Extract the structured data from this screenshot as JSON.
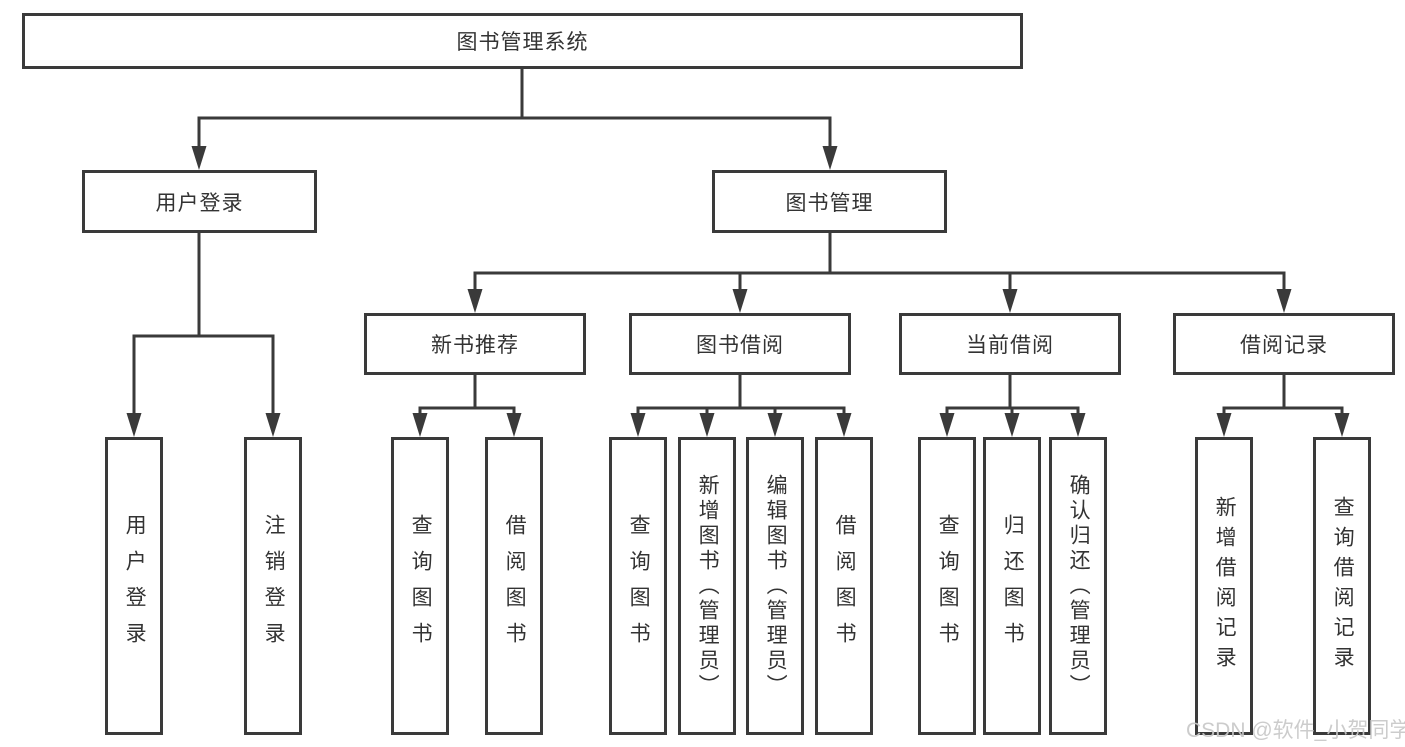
{
  "diagram": {
    "root": {
      "label": "图书管理系统"
    },
    "level2": [
      {
        "id": "user-login",
        "label": "用户登录",
        "parent": "图书管理系统"
      },
      {
        "id": "book-management",
        "label": "图书管理",
        "parent": "图书管理系统"
      }
    ],
    "level3": [
      {
        "id": "new-book-recommend",
        "label": "新书推荐",
        "parent": "图书管理"
      },
      {
        "id": "book-borrowing",
        "label": "图书借阅",
        "parent": "图书管理"
      },
      {
        "id": "current-borrowing",
        "label": "当前借阅",
        "parent": "图书管理"
      },
      {
        "id": "borrowing-records",
        "label": "借阅记录",
        "parent": "图书管理"
      }
    ],
    "leaves": [
      {
        "label": "用户登录",
        "parent": "用户登录"
      },
      {
        "label": "注销登录",
        "parent": "用户登录"
      },
      {
        "label": "查询图书",
        "parent": "新书推荐"
      },
      {
        "label": "借阅图书",
        "parent": "新书推荐"
      },
      {
        "label": "查询图书",
        "parent": "图书借阅"
      },
      {
        "label": "新增图书（管理员）",
        "parent": "图书借阅"
      },
      {
        "label": "编辑图书（管理员）",
        "parent": "图书借阅"
      },
      {
        "label": "借阅图书",
        "parent": "图书借阅"
      },
      {
        "label": "查询图书",
        "parent": "当前借阅"
      },
      {
        "label": "归还图书",
        "parent": "当前借阅"
      },
      {
        "label": "确认归还（管理员）",
        "parent": "当前借阅"
      },
      {
        "label": "新增借阅记录",
        "parent": "借阅记录"
      },
      {
        "label": "查询借阅记录",
        "parent": "借阅记录"
      }
    ]
  },
  "watermark": "CSDN @软件_小贺同学",
  "colors": {
    "line": "#3a3a3a",
    "text": "#333333",
    "watermark": "#c8c8c8",
    "background": "#ffffff"
  }
}
